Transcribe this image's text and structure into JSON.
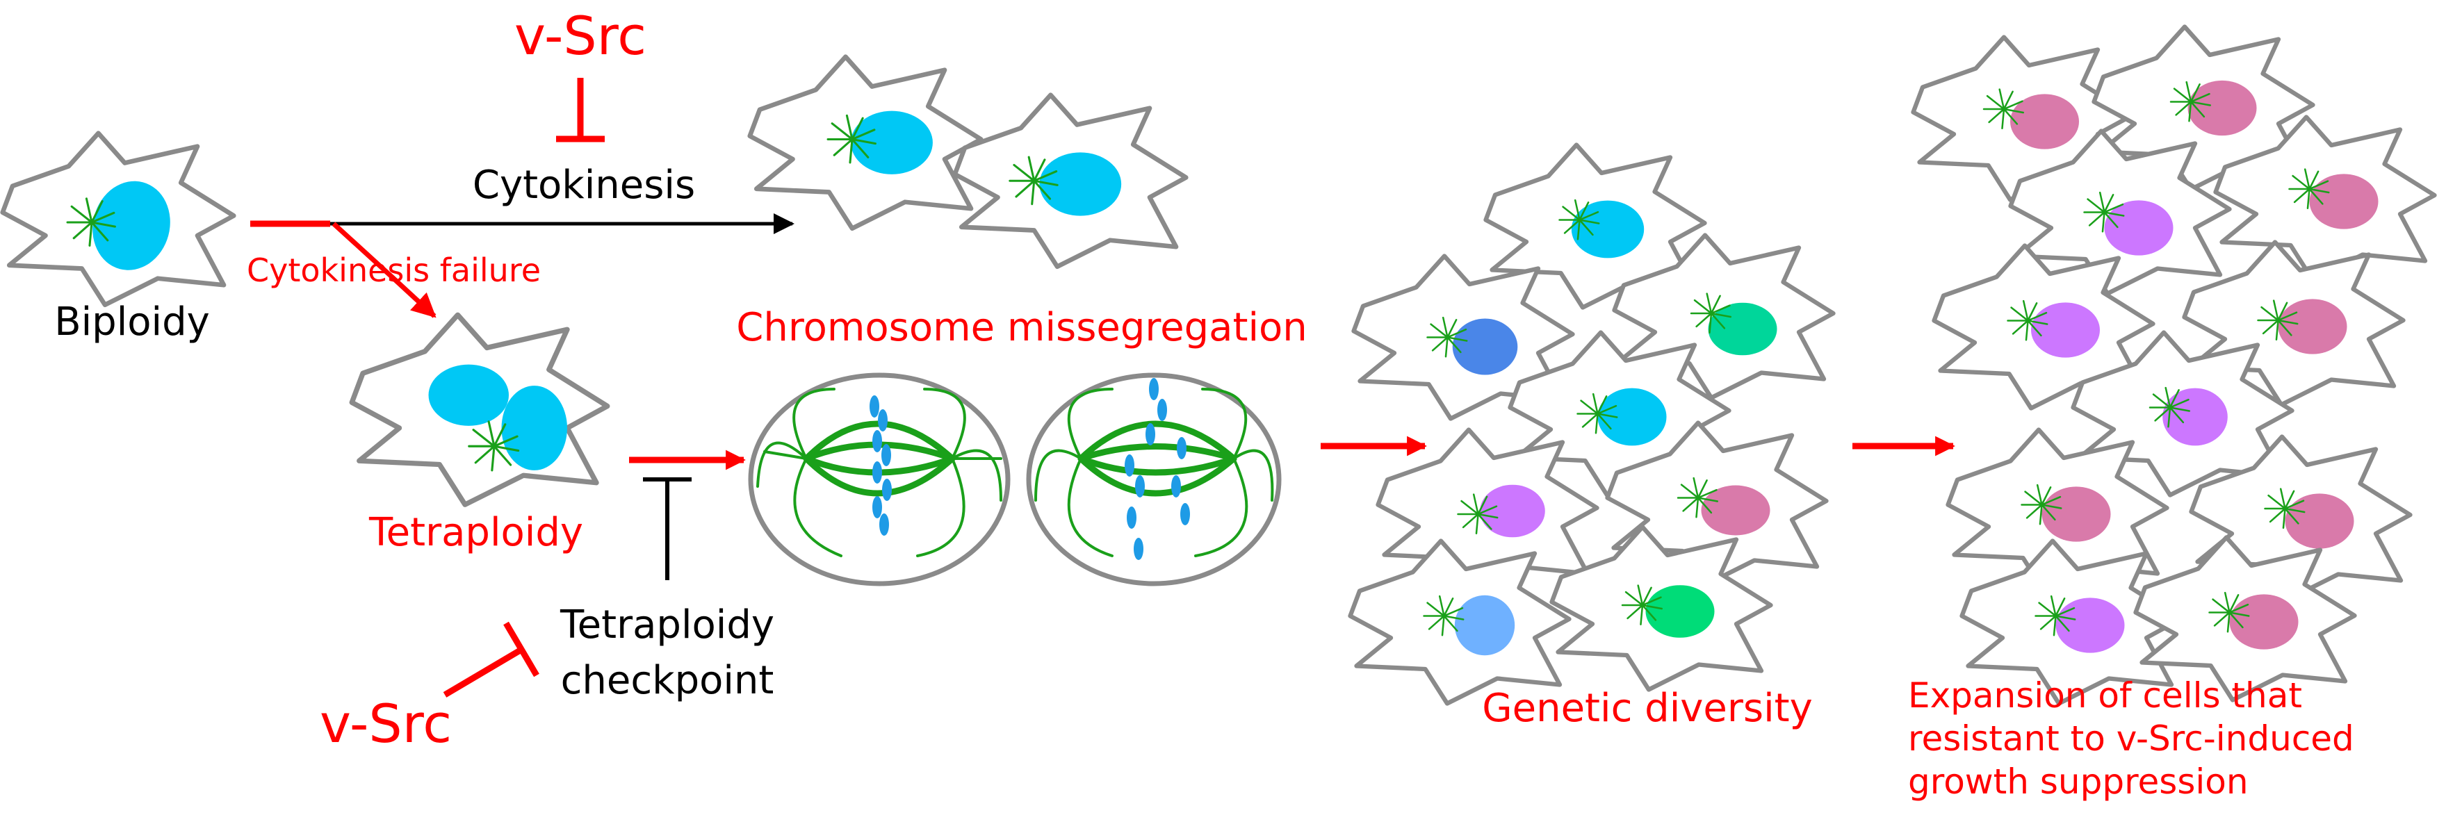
{
  "labels": {
    "vsrc_top": "v-Src",
    "cytokinesis": "Cytokinesis",
    "cytokinesis_failure": "Cytokinesis failure",
    "biploidy": "Biploidy",
    "tetraploidy": "Tetraploidy",
    "chromosome_missegregation": "Chromosome missegregation",
    "checkpoint_line1": "Tetraploidy",
    "checkpoint_line2": "checkpoint",
    "vsrc_bottom": "v-Src",
    "genetic_diversity": "Genetic diversity",
    "expansion_line1": "Expansion of cells that",
    "expansion_line2": "resistant to v-Src-induced",
    "expansion_line3": "growth suppression"
  },
  "colors": {
    "red_accent": "#ff0000",
    "text_black": "#000000",
    "cell_outline": "#8a8a8a",
    "spindle_green": "#1aa01a",
    "nucleus_cyan": "#00c8f5",
    "nucleus_blue": "#4a86e8",
    "nucleus_sky": "#6fb1ff",
    "nucleus_teal": "#00d69a",
    "nucleus_green": "#00dc78",
    "nucleus_violet": "#cc77ff",
    "nucleus_pink": "#d97aaa",
    "chromosome_blue": "#1e9be6"
  }
}
